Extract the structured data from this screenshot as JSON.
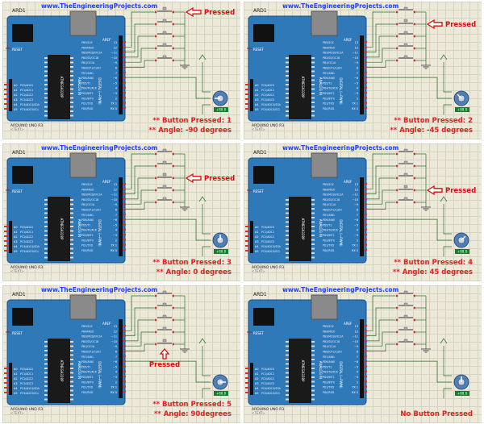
{
  "site": "www.TheEngineeringProjects.com",
  "board": {
    "ref": "ARD1",
    "model": "ARDUINO UNO R3",
    "text_tag": "<TEXT>",
    "aref": "AREF",
    "reset": "RESET",
    "analog_in": "ANALOG IN",
    "digital_pwm": "DIGITAL (~PWM)",
    "atmega": "ATMEGA328P",
    "d_pins": [
      "13",
      "12",
      "~11",
      "~10",
      "~9",
      "8",
      "7",
      "~6",
      "~5",
      "4",
      "~3",
      "2",
      "TX 1",
      "RX 0"
    ],
    "d_port": [
      "PB5/SCK",
      "PB4/MISO",
      "PB3/MOSI/OC2A",
      "PB2/SS/OC1B",
      "PB1/OC1A",
      "PB0/ICP1/CLKO",
      "PD7/AIN1",
      "PD6/AIN0",
      "PD5/T1",
      "PD4/T0/XCK",
      "PD3/INT1",
      "PD2/INT0",
      "PD1/TXD",
      "PD0/RXD"
    ],
    "a_pins": [
      "A0",
      "A1",
      "A2",
      "A3",
      "A4",
      "A5"
    ],
    "a_port": [
      "PC0/ADC0",
      "PC1/ADC1",
      "PC2/ADC2",
      "PC3/ADC3",
      "PC4/ADC4/SDA",
      "PC5/ADC5/SCL"
    ],
    "servo_label": "+88.8"
  },
  "panels": [
    {
      "pressed_label": "Pressed",
      "pressed_button": 1,
      "line1": "** Button Pressed: 1",
      "line2": "** Angle: -90 degrees",
      "angle": -90
    },
    {
      "pressed_label": "Pressed",
      "pressed_button": 2,
      "line1": "** Button Pressed: 2",
      "line2": "** Angle: -45 degrees",
      "angle": -45
    },
    {
      "pressed_label": "Pressed",
      "pressed_button": 3,
      "line1": "** Button Pressed: 3",
      "line2": "** Angle: 0 degrees",
      "angle": 0
    },
    {
      "pressed_label": "Pressed",
      "pressed_button": 4,
      "line1": "** Button Pressed: 4",
      "line2": "** Angle: 45 degrees",
      "angle": 45
    },
    {
      "pressed_label": "Pressed",
      "pressed_button": 5,
      "line1": "** Button Pressed: 5",
      "line2": "** Angle: 90degrees",
      "angle": 90
    },
    {
      "pressed_label": "",
      "pressed_button": 0,
      "line1": "No Button Pressed",
      "line2": "",
      "angle": 0
    }
  ],
  "colors": {
    "board": "#2f79b8",
    "board_dark": "#1b4f86",
    "chip": "#1a1a1a",
    "site_text": "#2040ff",
    "info_text": "#e02020",
    "arrow": "#d01010",
    "wire": "#2d6e2d",
    "servo": "#4f7fb8"
  }
}
